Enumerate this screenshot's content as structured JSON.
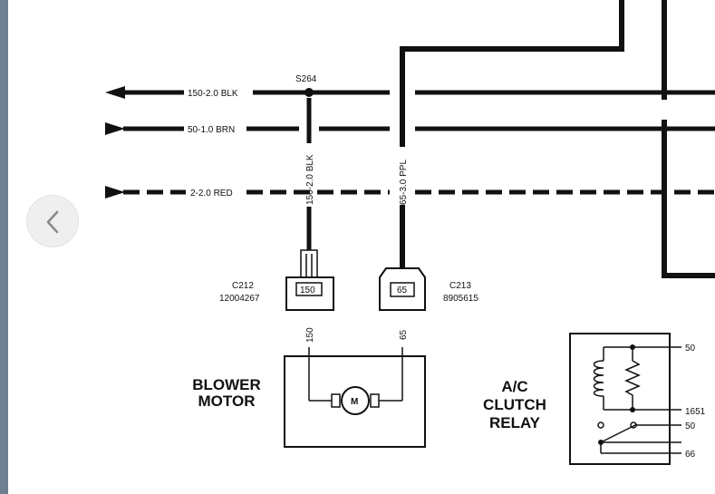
{
  "nav": {
    "prev_icon": "chevron-left-icon"
  },
  "wires": {
    "w150": "150-2.0 BLK",
    "w50": "50-1.0 BRN",
    "w2": "2-2.0 RED",
    "v150": "150-2.0 BLK",
    "v65": "65-3.0 PPL"
  },
  "splice": {
    "label": "S264"
  },
  "connectors": {
    "c212": {
      "name": "C212",
      "part": "12004267",
      "pin": "150"
    },
    "c213": {
      "name": "C213",
      "part": "8905615",
      "pin": "65"
    }
  },
  "blower": {
    "title_1": "BLOWER",
    "title_2": "MOTOR",
    "pin_left": "150",
    "pin_right": "65",
    "motor_symbol": "M"
  },
  "relay": {
    "title_1": "A/C",
    "title_2": "CLUTCH",
    "title_3": "RELAY",
    "pins": {
      "coil_top": "50",
      "coil_bottom": "1651",
      "contact_top": "50",
      "contact_bottom": "66"
    }
  },
  "colors": {
    "ink": "#111111",
    "edge": "#6f7f8f",
    "nav_bg": "#efefef"
  }
}
